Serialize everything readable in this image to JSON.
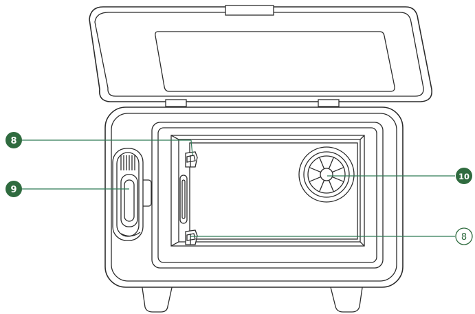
{
  "callouts": [
    {
      "id": "latch-top",
      "label": "8",
      "style": "filled"
    },
    {
      "id": "handle",
      "label": "9",
      "style": "filled"
    },
    {
      "id": "fan-vent",
      "label": "10",
      "style": "filled"
    },
    {
      "id": "latch-bottom",
      "label": "8",
      "style": "outline"
    }
  ],
  "colors": {
    "badge_fill": "#2f6b3f",
    "badge_text_on_fill": "#ffffff",
    "badge_text_on_outline": "#2f6b3f",
    "leader_line": "#2f7a55",
    "line_art": "#2b2b2b"
  }
}
